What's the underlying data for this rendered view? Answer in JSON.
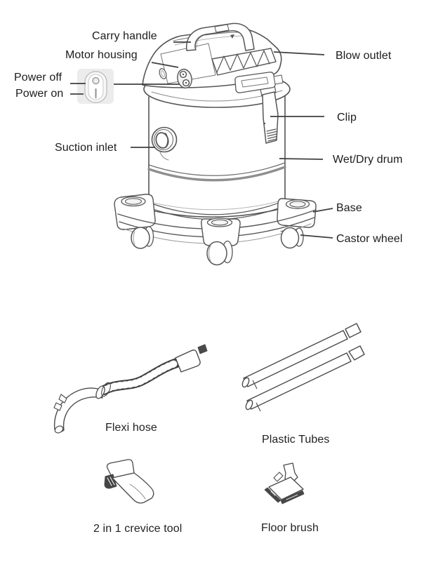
{
  "page": {
    "background": "#ffffff"
  },
  "colors": {
    "line": "#555555",
    "leader_line": "#3f3f3f",
    "text": "#1c1c1c",
    "switch_inset_bg": "#ececec",
    "hose_dark": "#414141"
  },
  "machine": {
    "labels_left": [
      {
        "id": "carry_handle",
        "label": "Carry handle"
      },
      {
        "id": "motor_housing",
        "label": "Motor housing"
      },
      {
        "id": "power_off",
        "label": "Power off"
      },
      {
        "id": "power_on",
        "label": "Power on"
      },
      {
        "id": "suction_inlet",
        "label": "Suction inlet"
      }
    ],
    "labels_right": [
      {
        "id": "blow_outlet",
        "label": "Blow outlet"
      },
      {
        "id": "clip",
        "label": "Clip"
      },
      {
        "id": "wet_dry_drum",
        "label": "Wet/Dry drum"
      },
      {
        "id": "base",
        "label": "Base"
      },
      {
        "id": "castor_wheel",
        "label": "Castor wheel"
      }
    ]
  },
  "accessories": [
    {
      "id": "flexi_hose",
      "label": "Flexi hose"
    },
    {
      "id": "plastic_tubes",
      "label": "Plastic Tubes"
    },
    {
      "id": "crevice_tool",
      "label": "2 in 1 crevice tool"
    },
    {
      "id": "floor_brush",
      "label": "Floor brush"
    }
  ]
}
